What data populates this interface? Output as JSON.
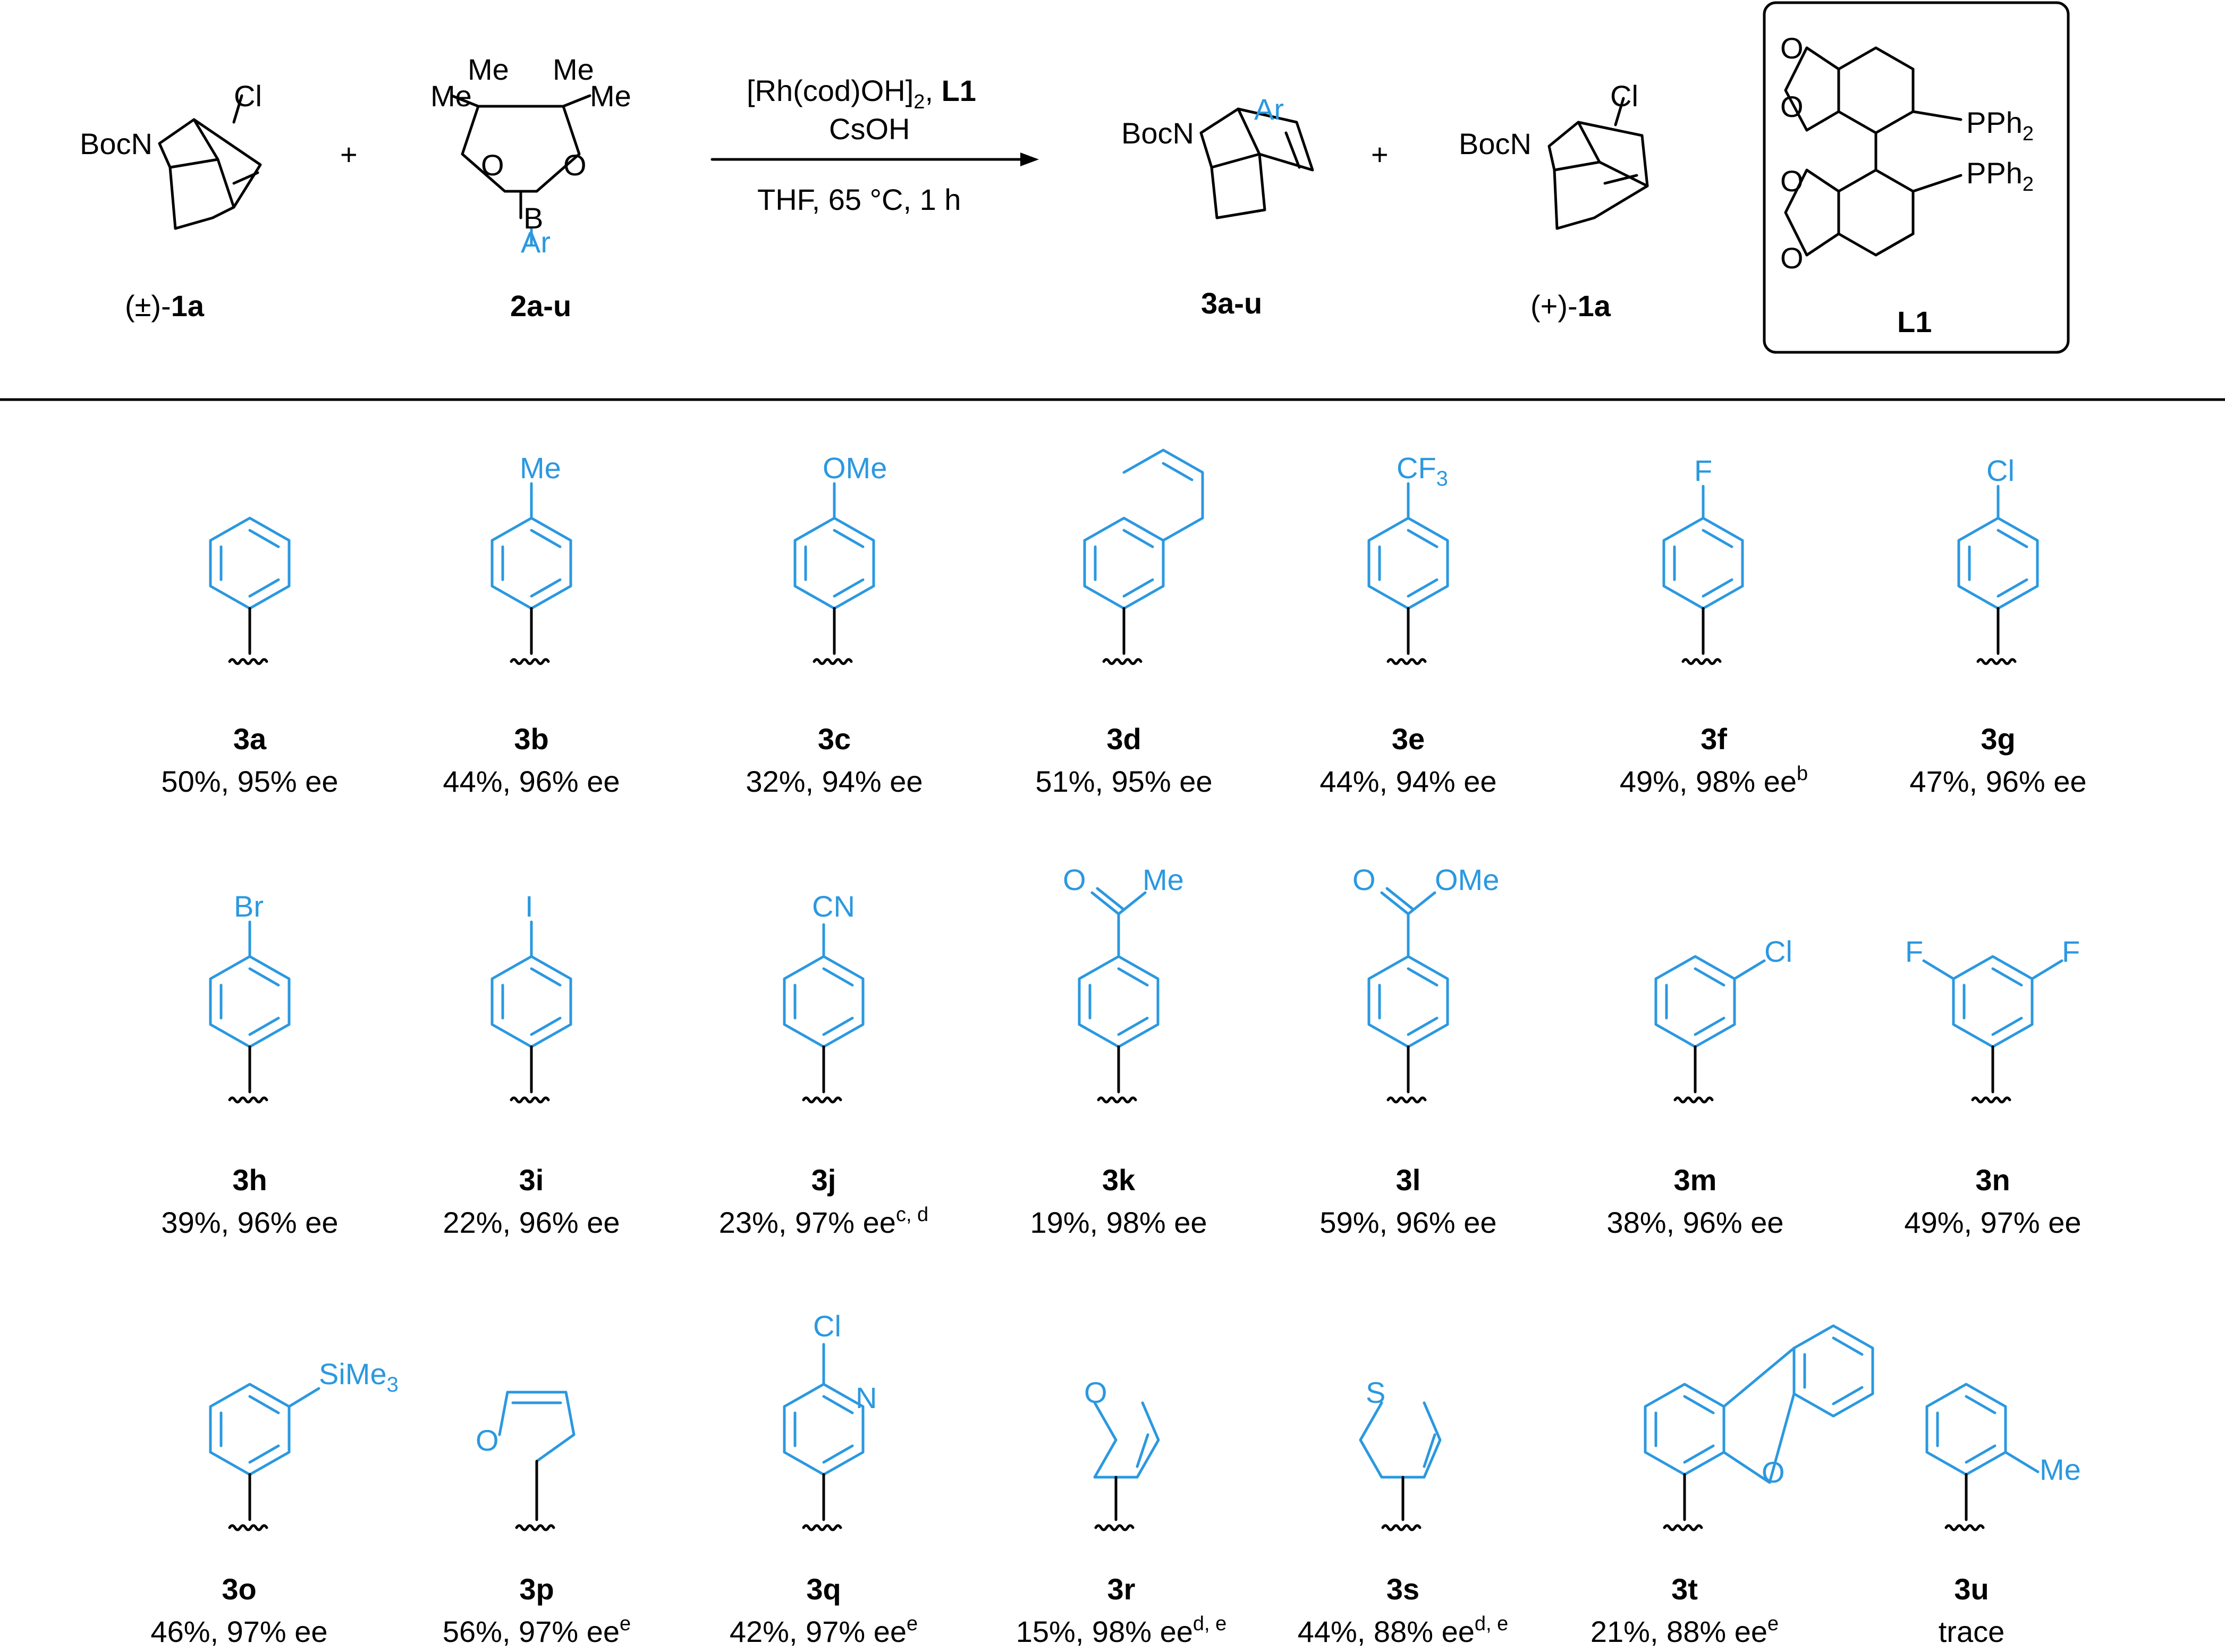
{
  "reaction": {
    "reagent_line1": "[Rh(cod)OH]",
    "reagent_line1_sub": "2",
    "reagent_line1_sep": ", ",
    "reagent_line1_ligand": "L1",
    "reagent_line2": "CsOH",
    "conditions": "THF, 65 °C, 1 h",
    "plus": "+",
    "substrate_label_prefix": "(±)-",
    "substrate_label": "1a",
    "boronate_label": "2a-u",
    "product_label": "3a-u",
    "recovered_label_prefix": "(+)-",
    "recovered_label": "1a",
    "ligand_label": "L1",
    "atoms": {
      "cl": "Cl",
      "bocn": "BocN",
      "me": "Me",
      "o": "O",
      "b": "B",
      "ar": "Ar",
      "pph": "PPh",
      "sub2": "2"
    }
  },
  "products": [
    {
      "id": "3a",
      "result": "50%, 95% ee",
      "note": ""
    },
    {
      "id": "3b",
      "result": "44%, 96% ee",
      "note": ""
    },
    {
      "id": "3c",
      "result": "32%, 94% ee",
      "note": ""
    },
    {
      "id": "3d",
      "result": "51%, 95% ee",
      "note": ""
    },
    {
      "id": "3e",
      "result": "44%, 94% ee",
      "note": ""
    },
    {
      "id": "3f",
      "result": "49%, 98% ee",
      "note": "b"
    },
    {
      "id": "3g",
      "result": "47%, 96% ee",
      "note": ""
    },
    {
      "id": "3h",
      "result": "39%, 96% ee",
      "note": ""
    },
    {
      "id": "3i",
      "result": "22%, 96% ee",
      "note": ""
    },
    {
      "id": "3j",
      "result": "23%, 97% ee",
      "note": "c, d"
    },
    {
      "id": "3k",
      "result": "19%, 98% ee",
      "note": ""
    },
    {
      "id": "3l",
      "result": "59%, 96% ee",
      "note": ""
    },
    {
      "id": "3m",
      "result": "38%, 96% ee",
      "note": ""
    },
    {
      "id": "3n",
      "result": "49%, 97% ee",
      "note": ""
    },
    {
      "id": "3o",
      "result": "46%, 97% ee",
      "note": ""
    },
    {
      "id": "3p",
      "result": "56%, 97% ee",
      "note": "e"
    },
    {
      "id": "3q",
      "result": "42%, 97% ee",
      "note": "e"
    },
    {
      "id": "3r",
      "result": "15%, 98% ee",
      "note": "d, e"
    },
    {
      "id": "3s",
      "result": "44%, 88% ee",
      "note": "d, e"
    },
    {
      "id": "3t",
      "result": "21%, 88% ee",
      "note": "e"
    },
    {
      "id": "3u",
      "result": "trace",
      "note": ""
    }
  ],
  "substituents": {
    "b": "Me",
    "c": "OMe",
    "e_cf": "CF",
    "e_sub": "3",
    "f": "F",
    "g": "Cl",
    "h": "Br",
    "i": "I",
    "j": "CN",
    "k_o": "O",
    "k_me": "Me",
    "l_o": "O",
    "l_ome": "OMe",
    "m": "Cl",
    "n1": "F",
    "n2": "F",
    "o_si": "SiMe",
    "o_sub": "3",
    "p": "O",
    "q_cl": "Cl",
    "q_n": "N",
    "r": "O",
    "s": "S",
    "t": "O",
    "u": "Me"
  },
  "colors": {
    "aryl": "#2b98e0",
    "text": "#000000"
  }
}
